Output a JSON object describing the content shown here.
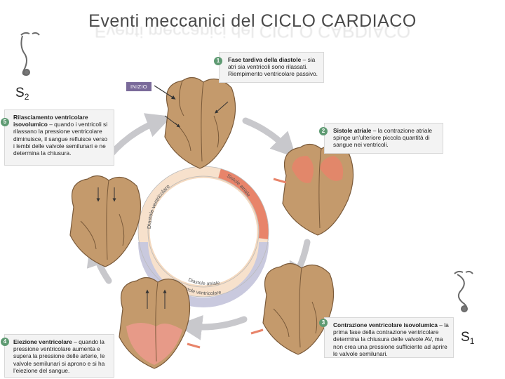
{
  "title": "Eventi meccanici del CICLO CARDIACO",
  "start_label": "INIZIO",
  "sounds": {
    "s2": "S",
    "s2_sub": "2",
    "s1": "S",
    "s1_sub": "1"
  },
  "ring_labels": {
    "diastole_ventricolare": "Diastole ventricolare",
    "sistole_atriale": "Sistole atriale",
    "diastole_atriale": "Diastole atriale",
    "sistole_ventricolare": "Sistole ventricolare"
  },
  "phases": [
    {
      "number": "1",
      "heading": "Fase tardiva della diastole",
      "text": " – sia atri sia ventricoli sono rilassati. Riempimento ventricolare passivo."
    },
    {
      "number": "2",
      "heading": "Sistole atriale",
      "text": " – la contrazione atriale spinge un'ulteriore piccola quantità di sangue nei ventricoli."
    },
    {
      "number": "3",
      "heading": "Contrazione ventricolare isovolumica",
      "text": " – la prima fase della contrazione ventricolare determina la chiusura delle valvole AV, ma non crea una pressione sufficiente ad aprire le valvole semilunari."
    },
    {
      "number": "4",
      "heading": "Eiezione ventricolare",
      "text": " – quando la pressione ventricolare aumenta e supera la pressione delle arterie, le valvole semilunari si aprono e si ha l'eiezione del sangue."
    },
    {
      "number": "5",
      "heading": "Rilasciamento ventricolare isovolumico",
      "text": " – quando i ventricoli si rilassano la pressione ventricolare diminuisce, il sangue refluisce verso i lembi delle valvole semilunari e ne determina la chiusura."
    }
  ],
  "colors": {
    "badge": "#5e9a72",
    "inizio": "#7a6a9a",
    "ring_inner": "#f4d9bf",
    "atrial_systole": "#e8846a",
    "ventricular_systole": "#c9c9de",
    "heart": "#c49a6c",
    "heart_red": "#e79a88",
    "arrow": "#c8c8cc"
  },
  "icons": [
    "stethoscope-icon"
  ]
}
